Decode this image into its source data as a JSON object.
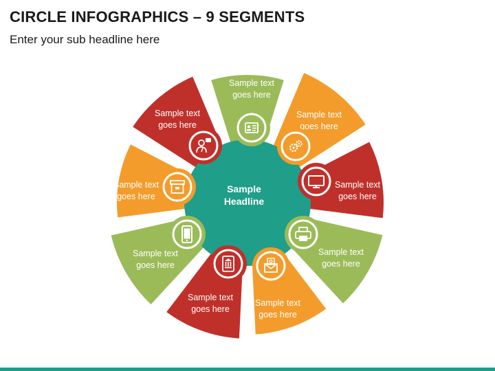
{
  "slide": {
    "title": "CIRCLE INFOGRAPHICS – 9 SEGMENTS",
    "subtitle": "Enter your sub headline here"
  },
  "center": {
    "line1": "Sample",
    "line2": "Headline",
    "color": "#1f9e89"
  },
  "colors": {
    "green": "#9bbb59",
    "orange": "#f39c2b",
    "red": "#c0302b",
    "footer": "#1f9e89"
  },
  "segments": [
    {
      "line1": "Sample text",
      "line2": "goes here",
      "color": "#9bbb59",
      "icon": "id-card-icon"
    },
    {
      "line1": "Sample text",
      "line2": "goes here",
      "color": "#f39c2b",
      "icon": "gears-icon"
    },
    {
      "line1": "Sample text",
      "line2": "goes here",
      "color": "#c0302b",
      "icon": "monitor-icon"
    },
    {
      "line1": "Sample text",
      "line2": "goes here",
      "color": "#9bbb59",
      "icon": "printer-icon"
    },
    {
      "line1": "Sample text",
      "line2": "goes here",
      "color": "#f39c2b",
      "icon": "email-icon"
    },
    {
      "line1": "Sample text",
      "line2": "goes here",
      "color": "#c0302b",
      "icon": "mobile-bank-icon"
    },
    {
      "line1": "Sample text",
      "line2": "goes here",
      "color": "#9bbb59",
      "icon": "smartphone-icon"
    },
    {
      "line1": "Sample text",
      "line2": "goes here",
      "color": "#f39c2b",
      "icon": "archive-box-icon"
    },
    {
      "line1": "Sample text",
      "line2": "goes here",
      "color": "#c0302b",
      "icon": "support-agent-icon"
    }
  ]
}
